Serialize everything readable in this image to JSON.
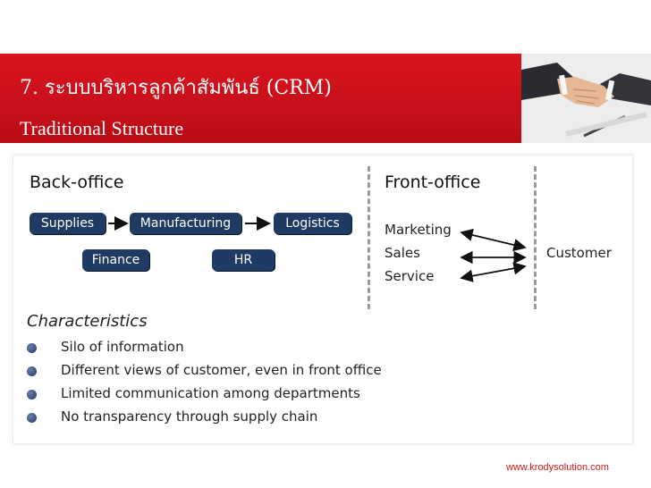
{
  "header": {
    "title": "7. ระบบบริหารลูกค้าสัมพันธ์ (CRM)",
    "subtitle": "Traditional Structure"
  },
  "colors": {
    "brand_red": "#c8101a",
    "pill_navy": "#1f3a63",
    "url_red": "#cc1a1a"
  },
  "back_office": {
    "heading": "Back-office",
    "flow": [
      "Supplies",
      "Manufacturing",
      "Logistics"
    ],
    "support": [
      "Finance",
      "HR"
    ]
  },
  "front_office": {
    "heading": "Front-office",
    "functions": [
      "Marketing",
      "Sales",
      "Service"
    ],
    "customer": "Customer"
  },
  "characteristics": {
    "title": "Characteristics",
    "items": [
      "Silo of information",
      "Different views of customer, even in front office",
      "Limited communication among departments",
      "No transparency through supply chain"
    ]
  },
  "footer": {
    "url": "www.krodysolution.com"
  }
}
